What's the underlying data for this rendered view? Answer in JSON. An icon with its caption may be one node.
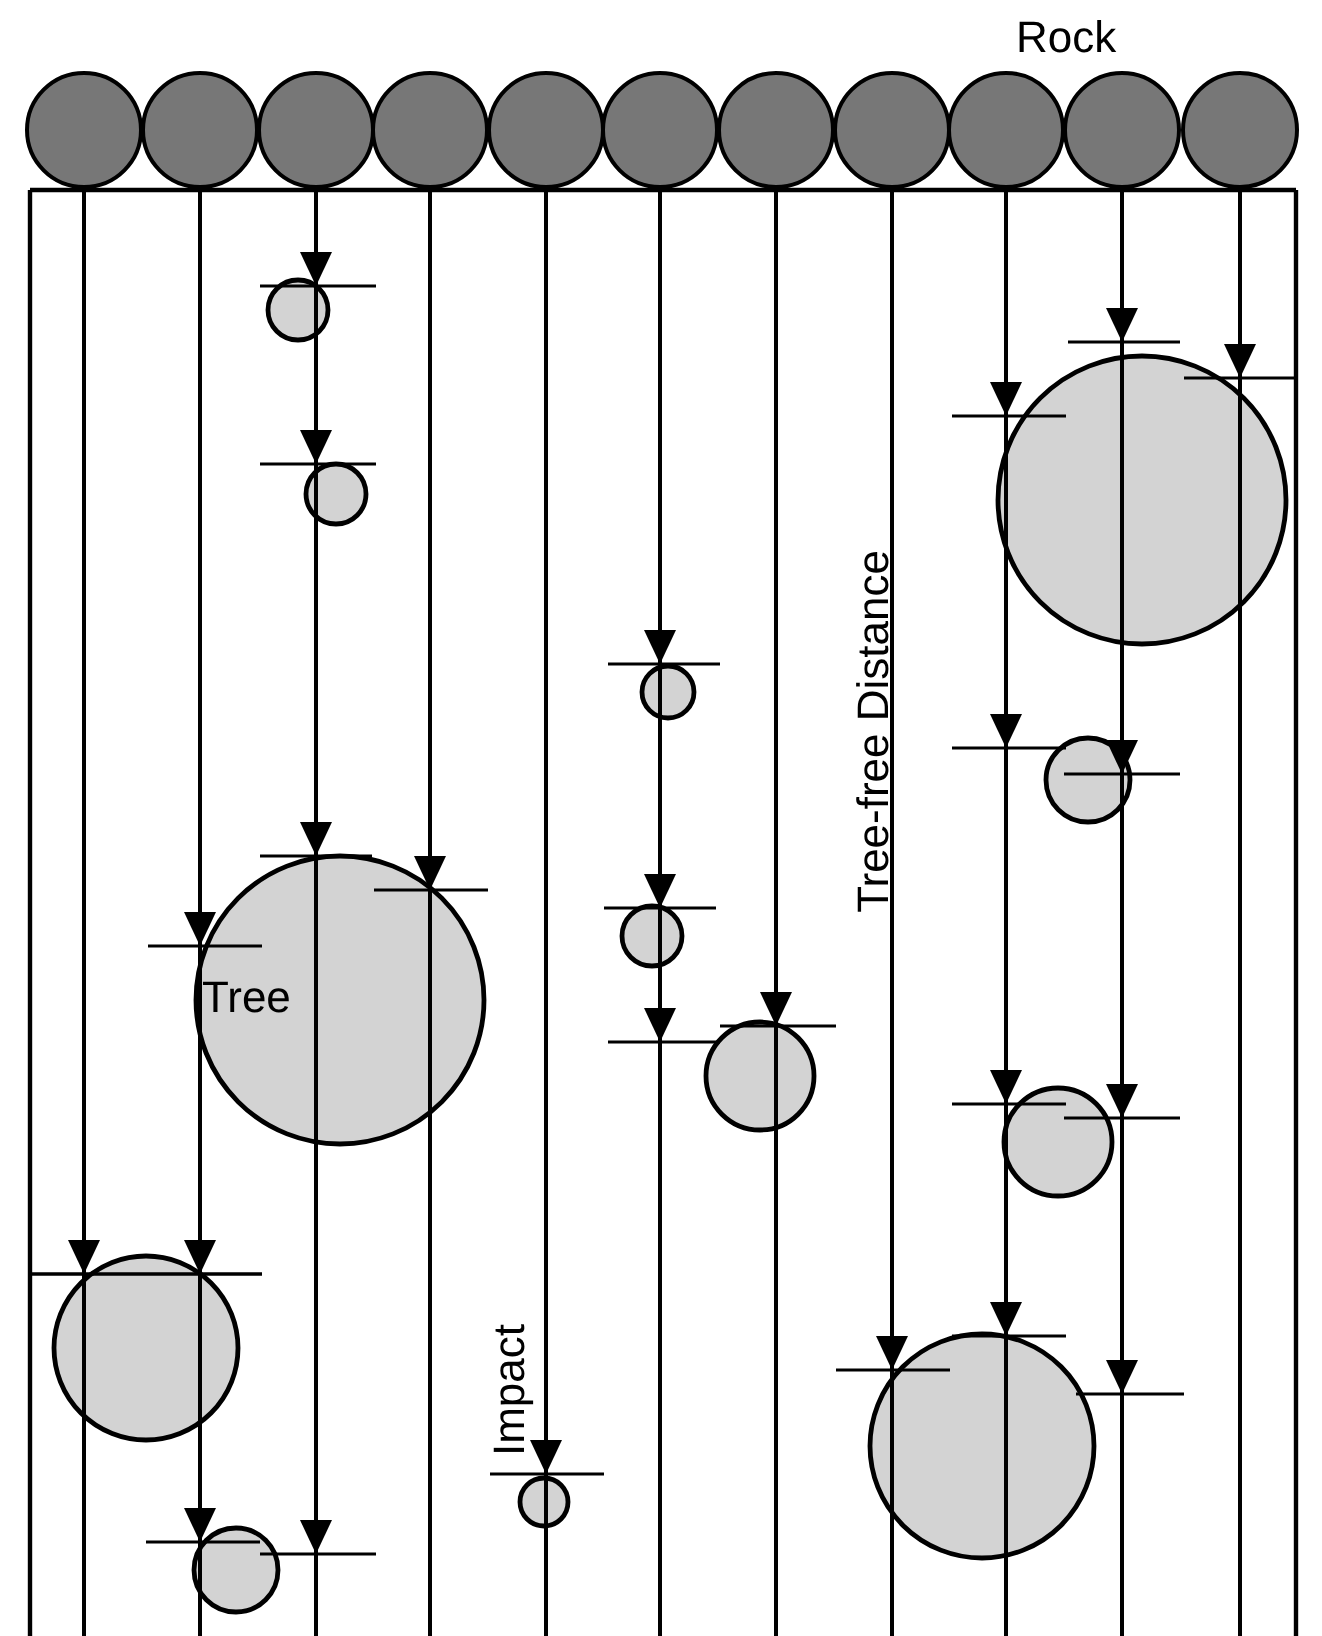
{
  "diagram": {
    "labels": [
      "Rock",
      "Tree",
      "Tree-free Distance",
      "Impact"
    ]
  }
}
